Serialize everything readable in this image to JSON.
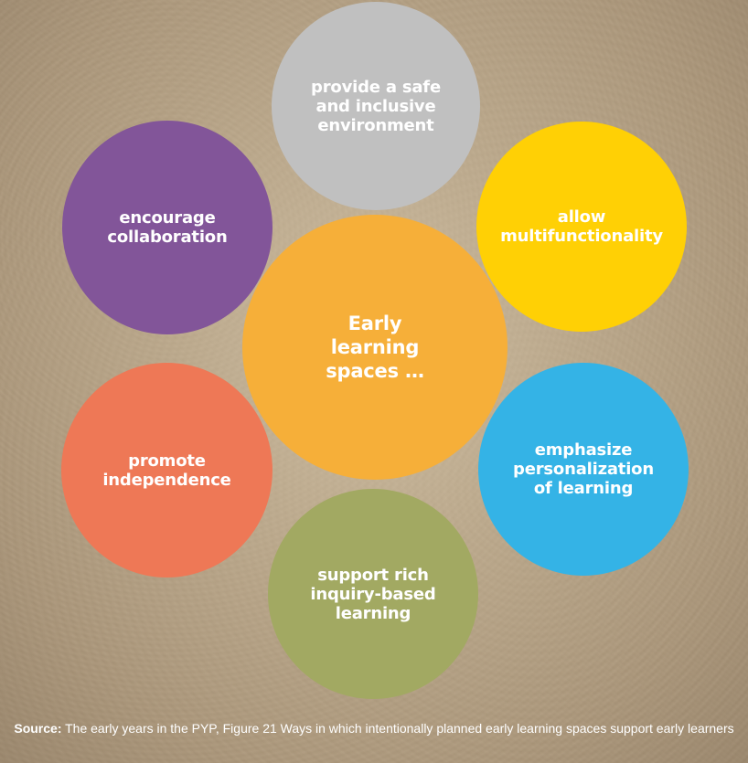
{
  "diagram": {
    "center": {
      "label": "Early\nlearning\nspaces …",
      "color": "#f6af39"
    },
    "circles": [
      {
        "id": "safe",
        "label": "provide a safe\nand inclusive\nenvironment",
        "color": "#c0c0c0"
      },
      {
        "id": "collaboration",
        "label": "encourage\ncollaboration",
        "color": "#825599"
      },
      {
        "id": "multifunctionality",
        "label": "allow\nmultifunctionality",
        "color": "#ffd005"
      },
      {
        "id": "independence",
        "label": "promote\nindependence",
        "color": "#ee7856"
      },
      {
        "id": "personalization",
        "label": "emphasize\npersonalization\nof learning",
        "color": "#34b3e6"
      },
      {
        "id": "inquiry",
        "label": "support rich\ninquiry-based\nlearning",
        "color": "#a2a962"
      }
    ]
  },
  "caption": {
    "prefix": "Source:",
    "text": " The early years in the PYP, Figure 21 Ways in which intentionally planned early learning spaces support early learners"
  }
}
